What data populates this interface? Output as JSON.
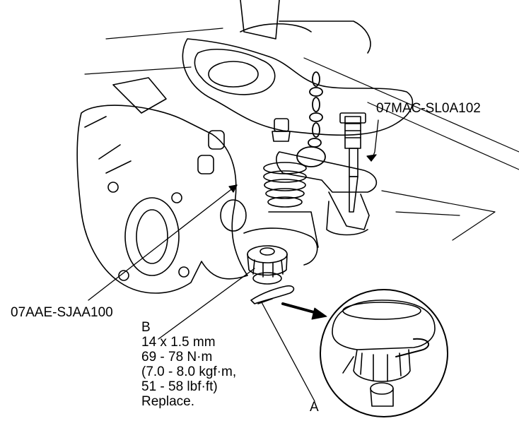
{
  "labels": {
    "tool_upper": "07MAC-SL0A102",
    "tool_lower": "07AAE-SJAA100",
    "part_a": "A",
    "part_b": "B"
  },
  "spec_lines": [
    "14 x 1.5 mm",
    "69 - 78 N·m",
    "(7.0 - 8.0 kgf·m,",
    "51 - 58 lbf·ft)",
    "Replace."
  ]
}
